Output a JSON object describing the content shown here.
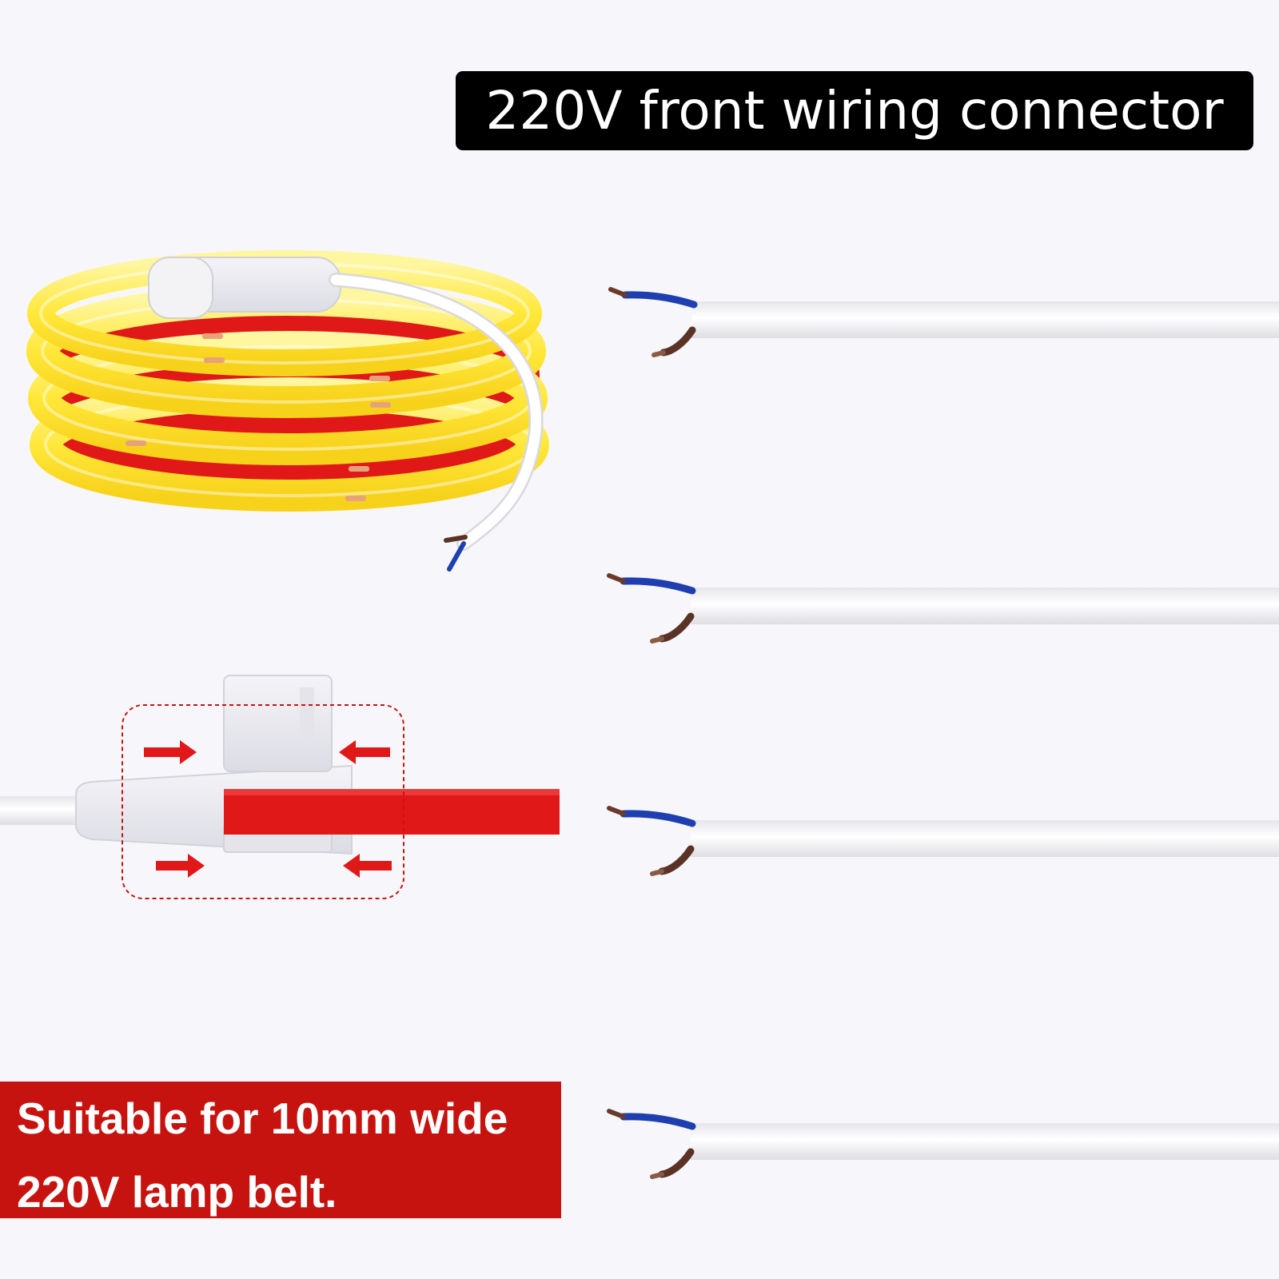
{
  "title": "220V front wiring connector",
  "note": {
    "line1": "Suitable for 10mm wide",
    "line2": "220V lamp belt."
  },
  "colors": {
    "background": "#f7f7fb",
    "title_bg": "#000000",
    "note_bg": "#c7130f",
    "strip_yellow": "#ffe83a",
    "strip_red": "#e01818",
    "cable_white": "#ffffff",
    "wire_blue": "#1f3fb0",
    "wire_brown": "#5a3326"
  },
  "icons": {
    "led_strip_reel": "led-strip-reel-icon",
    "connector_closeup": "connector-closeup-icon",
    "press_arrows": "arrow-right-icon",
    "cable_end": "stripped-cable-icon"
  }
}
